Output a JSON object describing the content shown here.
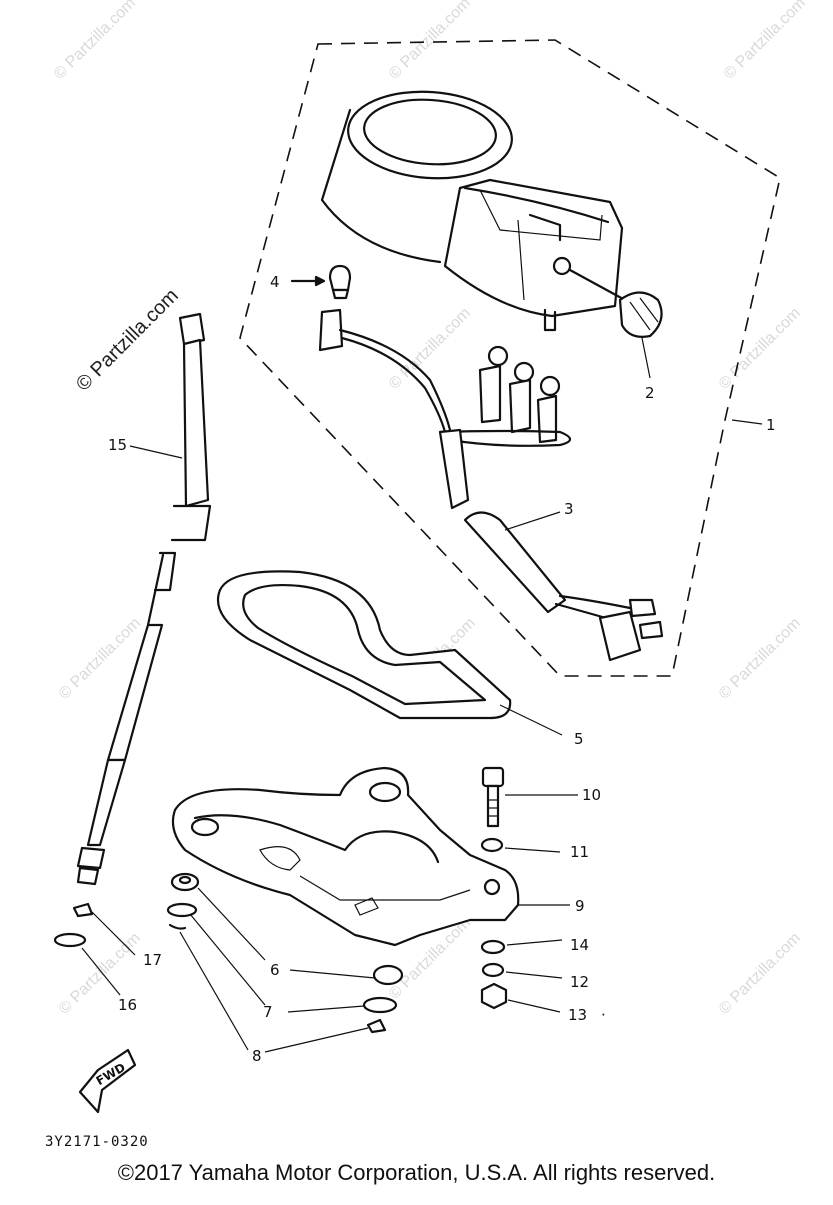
{
  "diagram": {
    "part_code": "3Y2171-0320",
    "fwd_label": "FWD",
    "callouts": [
      "1",
      "2",
      "3",
      "4",
      "5",
      "6",
      "7",
      "8",
      "9",
      "10",
      "11",
      "12",
      "13",
      "14",
      "15",
      "16",
      "17"
    ],
    "callout_13_suffix": "·"
  },
  "watermark": {
    "text": "© Partzilla.com"
  },
  "footer": {
    "copyright": "©2017  Yamaha Motor Corporation, U.S.A. All rights reserved."
  }
}
